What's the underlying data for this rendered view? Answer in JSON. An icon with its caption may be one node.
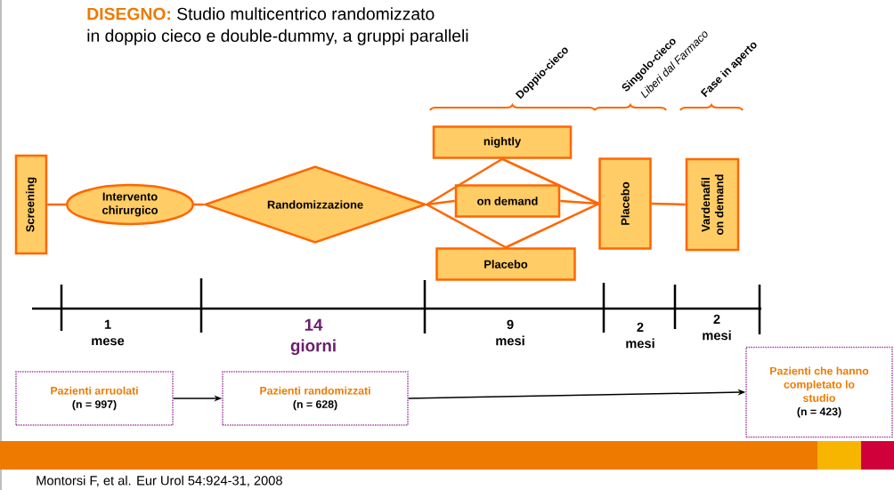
{
  "diagram": {
    "title": "**DISEGNO:** Studio multicentrico randomizzato in doppio cieco e double-dummy, a gruppi paralleli",
    "caption": "Montorsi F, et al. Eur Urol 54:924-31, 2008",
    "nodes": [
      {
        "text": [
          "Screening"
        ]
      },
      {
        "text": [
          "Intervento chirurgico"
        ]
      },
      {
        "text": [
          "Randomizzazione"
        ]
      },
      {
        "text": [
          "nightly"
        ]
      },
      {
        "text": [
          "on demand"
        ]
      },
      {
        "text": [
          "Placebo"
        ]
      },
      {
        "text": [
          "Placebo"
        ]
      },
      {
        "text": [
          "Vardenafil on demand"
        ]
      },
      {
        "text": [
          "Pazienti arruolati",
          "(n = 997)"
        ]
      },
      {
        "text": [
          "Pazienti randomizzati",
          "(n = 628)"
        ]
      },
      {
        "text": [
          "Pazienti che hanno completato lo studio",
          "(n = 423)"
        ]
      }
    ],
    "edges": [
      {
        "from": 0,
        "to": 1,
        "arrow": "none"
      },
      {
        "from": 1,
        "to": 2,
        "arrow": "none"
      },
      {
        "from": 2,
        "to": 3,
        "arrow": "none"
      },
      {
        "from": 2,
        "to": 4,
        "arrow": "none"
      },
      {
        "from": 2,
        "to": 5,
        "arrow": "none"
      },
      {
        "from": 3,
        "to": 6,
        "arrow": "none"
      },
      {
        "from": 4,
        "to": 6,
        "arrow": "none"
      },
      {
        "from": 5,
        "to": 6,
        "arrow": "none"
      },
      {
        "from": 6,
        "to": 7,
        "arrow": "none"
      },
      {
        "from": 8,
        "to": 9,
        "arrow": "to",
        "color": "#000000"
      },
      {
        "from": 9,
        "to": 10,
        "arrow": "to",
        "color": "#000000"
      }
    ],
    "labels": [
      "Doppio-cieco",
      "Singolo-cieco",
      "Liberi dal Farmaco",
      "Fase in aperto",
      "1 mese",
      "14 giorni",
      "9 mesi",
      "2 mesi",
      "2 mesi"
    ]
  }
}
